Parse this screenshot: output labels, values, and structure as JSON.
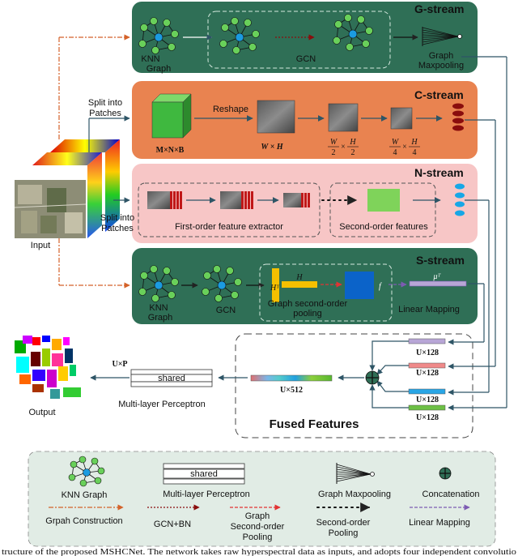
{
  "input": {
    "label": "Input",
    "split_label_line1": "Split into",
    "split_label_line2": "Patches"
  },
  "output": {
    "label": "Output"
  },
  "streams": {
    "g": {
      "title": "G-stream",
      "knn_line1": "KNN",
      "knn_line2": "Graph",
      "gcn": "GCN",
      "maxpool_line1": "Graph",
      "maxpool_line2": "Maxpooling"
    },
    "c": {
      "title": "C-stream",
      "reshape": "Reshape",
      "dims": "M×N×B",
      "wh": "W × H",
      "half_w": "W",
      "half_d": "2",
      "half_h": "H",
      "quarter_w": "W",
      "quarter_d": "4",
      "quarter_h": "H",
      "times": "×"
    },
    "n": {
      "title": "N-stream",
      "first_order": "First-order feature extractor",
      "second_order": "Second-order features"
    },
    "s": {
      "title": "S-stream",
      "knn_line1": "KNN",
      "knn_line2": "Graph",
      "gcn": "GCN",
      "pool_line1": "Graph second-order",
      "pool_line2": "pooling",
      "h_label": "H",
      "ht_label": "Hᵀ",
      "f_label": "f",
      "mu_label": "μᵀ",
      "linear_mapping": "Linear Mapping"
    }
  },
  "fused": {
    "title": "Fused Features",
    "u128": "U×128",
    "u512": "U×512",
    "uxp": "U×P",
    "shared": "shared",
    "mlp": "Multi-layer Perceptron"
  },
  "legend": {
    "knn_graph": "KNN Graph",
    "mlp": "Multi-layer Perceptron",
    "shared": "shared",
    "graph_maxpool": "Graph Maxpooling",
    "concat": "Concatenation",
    "graph_construction": "Grpah Construction",
    "gcn_bn": "GCN+BN",
    "gsop_line1": "Graph",
    "gsop_line2": "Second-order",
    "gsop_line3": "Pooling",
    "sop_line1": "Second-order",
    "sop_line2": "Pooling",
    "linear_mapping": "Linear Mapping"
  },
  "caption": "tructure of the proposed MSHCNet. The network takes raw hyperspectral data as inputs, and adopts four independent convolutio",
  "colors": {
    "g_stream": "#2f6f56",
    "c_stream": "#e98350",
    "n_stream": "#f7c6c6",
    "s_stream": "#2f6f56",
    "legend_bg": "#e1ece5",
    "dark_red": "#8a0d0d",
    "cyan": "#17a7e6",
    "purple": "#7d5bb2",
    "orange_arrow": "#d4622a"
  }
}
